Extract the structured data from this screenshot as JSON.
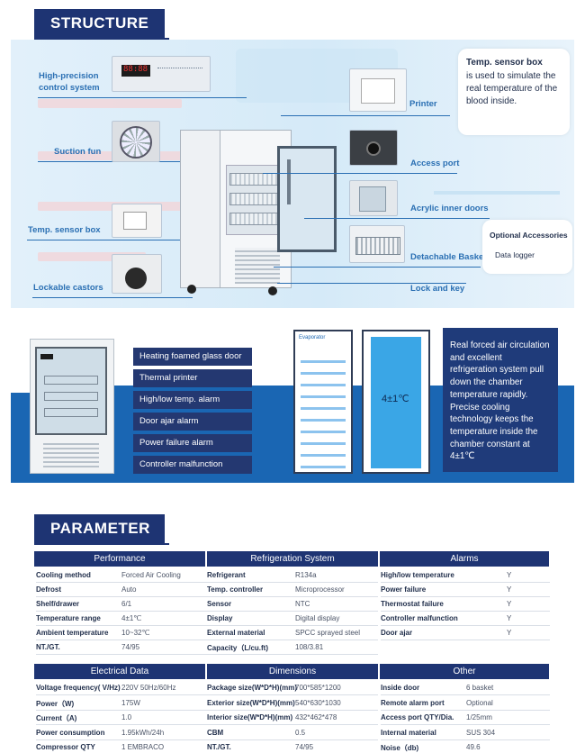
{
  "structure": {
    "title": "STRUCTURE",
    "callouts_left": [
      {
        "label": "High-precision",
        "label2": "control system"
      },
      {
        "label": "Suction fun"
      },
      {
        "label": "Temp. sensor box"
      },
      {
        "label": "Lockable castors"
      }
    ],
    "callouts_right": [
      {
        "label": "Printer"
      },
      {
        "label": "Access port"
      },
      {
        "label": "Acrylic inner doors"
      },
      {
        "label": "Detachable Baskets"
      },
      {
        "label": "Lock and key"
      }
    ],
    "sensor_box": {
      "title": "Temp. sensor box",
      "text": "is used to simulate the real temperature of the blood inside."
    },
    "optional": {
      "title": "Optional Accessories",
      "item": "Data logger"
    },
    "display_readout": "88:88"
  },
  "features": {
    "items": [
      "Heating foamed glass door",
      "Thermal printer",
      "High/low temp. alarm",
      "Door ajar alarm",
      "Power failure alarm",
      "Controller malfunction"
    ],
    "airflow_tag": "Evaporator",
    "temp_display": "4±1℃",
    "description": "Real forced air circulation and excellent refrigeration system pull down the chamber temperature rapidly. Precise cooling technology keeps the temperature inside the chamber constant at 4±1℃"
  },
  "parameter": {
    "title": "PARAMETER",
    "tables_top": [
      {
        "title": "Performance",
        "rows": [
          [
            "Cooling method",
            "Forced Air Cooling"
          ],
          [
            "Defrost",
            "Auto"
          ],
          [
            "Shelf/drawer",
            "6/1"
          ],
          [
            "Temperature range",
            "4±1℃"
          ],
          [
            "Ambient temperature",
            "10~32℃"
          ],
          [
            "NT./GT.",
            "74/95"
          ]
        ]
      },
      {
        "title": "Refrigeration System",
        "rows": [
          [
            "Refrigerant",
            "R134a"
          ],
          [
            "Temp. controller",
            "Microprocessor"
          ],
          [
            "Sensor",
            "NTC"
          ],
          [
            "Display",
            "Digital display"
          ],
          [
            "External material",
            "SPCC sprayed steel"
          ],
          [
            "Capacity（L/cu.ft)",
            "108/3.81"
          ]
        ]
      },
      {
        "title": "Alarms",
        "rows": [
          [
            "High/low temperature",
            "Y"
          ],
          [
            "Power failure",
            "Y"
          ],
          [
            "Thermostat failure",
            "Y"
          ],
          [
            "Controller malfunction",
            "Y"
          ],
          [
            "Door ajar",
            "Y"
          ]
        ]
      }
    ],
    "tables_bottom": [
      {
        "title": "Electrical Data",
        "rows": [
          [
            "Voltage frequency( V/Hz)",
            "220V 50Hz/60Hz"
          ],
          [
            "Power（W)",
            "175W"
          ],
          [
            "Current（A)",
            "1.0"
          ],
          [
            "Power consumption",
            "1.95kWh/24h"
          ],
          [
            "Compressor QTY",
            "1 EMBRACO"
          ]
        ]
      },
      {
        "title": "Dimensions",
        "rows": [
          [
            "Package size(W*D*H)(mm)",
            "700*585*1200"
          ],
          [
            "Exterior size(W*D*H)(mm)",
            "540*630*1030"
          ],
          [
            "Interior size(W*D*H)(mm)",
            "432*462*478"
          ],
          [
            "CBM",
            "0.5"
          ],
          [
            "NT./GT.",
            "74/95"
          ]
        ]
      },
      {
        "title": "Other",
        "rows": [
          [
            "Inside door",
            "6 basket"
          ],
          [
            "Remote alarm port",
            "Optional"
          ],
          [
            "Access port QTY/Dia.",
            "1/25mm"
          ],
          [
            "Internal material",
            "SUS 304"
          ],
          [
            "Noise（db)",
            "49.6"
          ]
        ]
      }
    ]
  }
}
